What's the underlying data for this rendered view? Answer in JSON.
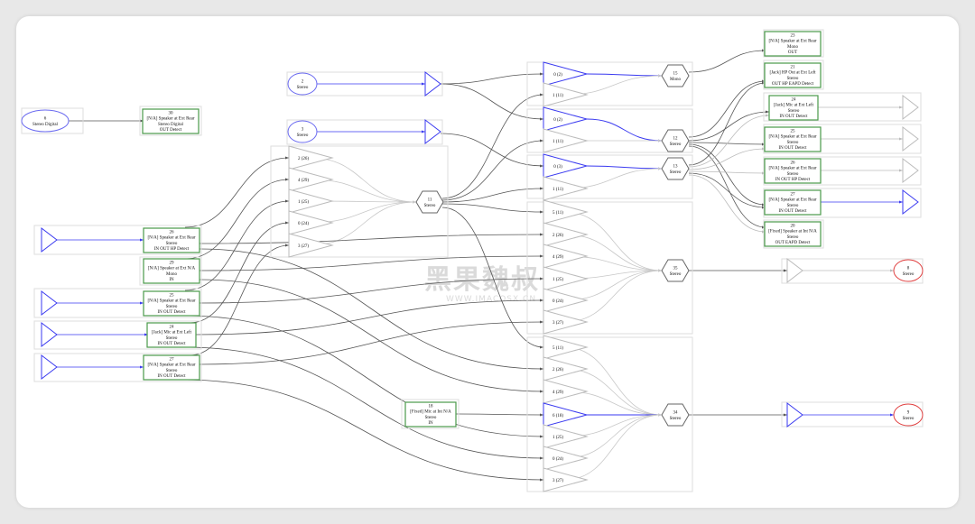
{
  "colors": {
    "active": "#3a3af0",
    "pin_border": "#4a9a4a",
    "stream_out": "#e04040",
    "inactive": "#c8c8c8",
    "edge": "#555555"
  },
  "watermark": {
    "title": "黑果魏叔",
    "url": "WWW.IMACOSX.CN"
  },
  "streams": {
    "n6": [
      "6",
      "Stereo Digital"
    ],
    "n2": [
      "2",
      "Stereo"
    ],
    "n3": [
      "3",
      "Stereo"
    ],
    "n8": [
      "8",
      "Stereo"
    ],
    "n9": [
      "9",
      "Stereo"
    ]
  },
  "pins": {
    "n30": [
      "30",
      "[N/A] Speaker at Ext Rear",
      "Stereo Digital",
      "OUT Detect"
    ],
    "n26l": [
      "26",
      "[N/A] Speaker at Ext Rear",
      "Stereo",
      "IN OUT HP Detect"
    ],
    "n29": [
      "29",
      "[N/A] Speaker at Ext N/A",
      "Mono",
      "IN"
    ],
    "n25l": [
      "25",
      "[N/A] Speaker at Ext Rear",
      "Stereo",
      "IN OUT Detect"
    ],
    "n24l": [
      "24",
      "[Jack] Mic at Ext Left",
      "Stereo",
      "IN OUT Detect"
    ],
    "n27l": [
      "27",
      "[N/A] Speaker at Ext Rear",
      "Stereo",
      "IN OUT Detect"
    ],
    "n18": [
      "18",
      "[Fixed] Mic at Int N/A",
      "Stereo",
      "IN"
    ],
    "n23": [
      "23",
      "[N/A] Speaker at Ext Rear",
      "Mono",
      "OUT"
    ],
    "n21": [
      "21",
      "[Jack] HP Out at Ext Left",
      "Stereo",
      "OUT HP EAPD Detect"
    ],
    "n24r": [
      "24",
      "[Jack] Mic at Ext Left",
      "Stereo",
      "IN OUT Detect"
    ],
    "n25r": [
      "25",
      "[N/A] Speaker at Ext Rear",
      "Stereo",
      "IN OUT Detect"
    ],
    "n26r": [
      "26",
      "[N/A] Speaker at Ext Rear",
      "Stereo",
      "IN OUT HP Detect"
    ],
    "n27r": [
      "27",
      "[N/A] Speaker at Ext Rear",
      "Stereo",
      "IN OUT Detect"
    ],
    "n20": [
      "20",
      "[Fixed] Speaker at Int N/A",
      "Stereo",
      "OUT EAPD Detect"
    ]
  },
  "widgets": {
    "h11": [
      "11",
      "Stereo"
    ],
    "h15": [
      "15",
      "Mono"
    ],
    "h12": [
      "12",
      "Stereo"
    ],
    "h13": [
      "13",
      "Stereo"
    ],
    "h35": [
      "35",
      "Stereo"
    ],
    "h34": [
      "34",
      "Stereo"
    ]
  },
  "mixer_inputs": {
    "c11": [
      "2 (26)",
      "4 (29)",
      "1 (25)",
      "0 (24)",
      "3 (27)"
    ],
    "cA": [
      "0 (2)",
      "1 (11)"
    ],
    "cB": [
      "0 (2)",
      "1 (11)"
    ],
    "cC": [
      "0 (3)",
      "1 (11)"
    ],
    "c35": [
      "5 (11)",
      "2 (26)",
      "4 (29)",
      "1 (25)",
      "0 (24)",
      "3 (27)"
    ],
    "c34": [
      "5 (11)",
      "2 (26)",
      "4 (29)",
      "6 (18)",
      "1 (25)",
      "0 (24)",
      "3 (27)"
    ]
  }
}
